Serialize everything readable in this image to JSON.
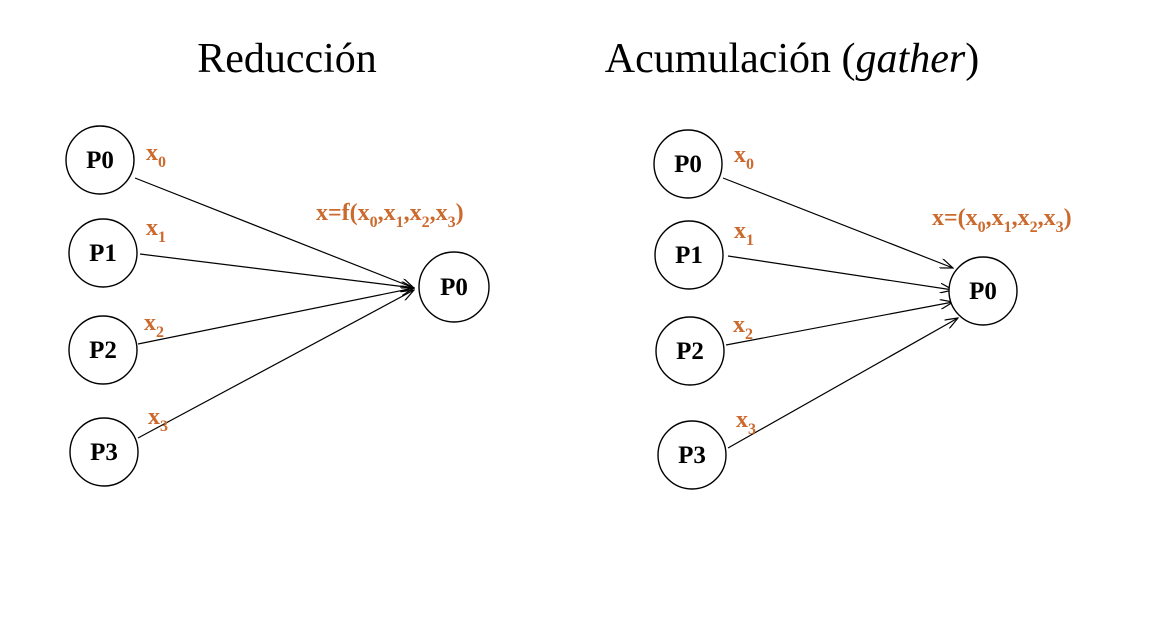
{
  "reduction": {
    "title": "Reducción",
    "sources": [
      {
        "id": "P0",
        "var": "x",
        "sub": "0"
      },
      {
        "id": "P1",
        "var": "x",
        "sub": "1"
      },
      {
        "id": "P2",
        "var": "x",
        "sub": "2"
      },
      {
        "id": "P3",
        "var": "x",
        "sub": "3"
      }
    ],
    "target": "P0",
    "result": {
      "prefix": "x=f(",
      "var": "x",
      "subs": [
        "0",
        "1",
        "2",
        "3"
      ],
      "suffix": ")"
    }
  },
  "gather": {
    "title_main": "Acumulación (",
    "title_italic": "gather",
    "title_end": ")",
    "sources": [
      {
        "id": "P0",
        "var": "x",
        "sub": "0"
      },
      {
        "id": "P1",
        "var": "x",
        "sub": "1"
      },
      {
        "id": "P2",
        "var": "x",
        "sub": "2"
      },
      {
        "id": "P3",
        "var": "x",
        "sub": "3"
      }
    ],
    "target": "P0",
    "result": {
      "prefix": "x=(",
      "var": "x",
      "subs": [
        "0",
        "1",
        "2",
        "3"
      ],
      "suffix": ")"
    }
  },
  "colors": {
    "value_label": "#cc6a2e",
    "stroke": "#000000"
  }
}
